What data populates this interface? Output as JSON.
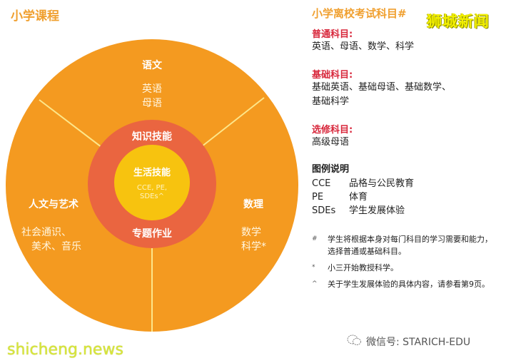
{
  "left": {
    "title": "小学课程"
  },
  "diagram": {
    "colors": {
      "outer": "#f49a20",
      "ring": "#ea6540",
      "core": "#f7c30f",
      "divider": "#fde68a"
    },
    "segments": [
      {
        "title": "语文",
        "items": [
          "英语",
          "母语"
        ]
      },
      {
        "title": "人文与艺术",
        "items": [
          "社会通识、",
          "美术、音乐"
        ]
      },
      {
        "title": "数理",
        "items": [
          "数学",
          "科学*"
        ]
      }
    ],
    "ring": {
      "top_label": "知识技能",
      "bottom_label": "专题作业"
    },
    "core": {
      "label": "生活技能",
      "sub_line1": "CCE, PE,",
      "sub_line2": "SDEs^"
    }
  },
  "right": {
    "title": "小学离校考试科目#",
    "sections": [
      {
        "heading": "普通科目:",
        "lines": [
          "英语、母语、数学、科学"
        ]
      },
      {
        "heading": "基础科目:",
        "lines": [
          "基础英语、基础母语、基础数学、",
          "基础科学"
        ]
      },
      {
        "heading": "选修科目:",
        "lines": [
          "高级母语"
        ]
      }
    ],
    "legend": {
      "heading": "图例说明",
      "rows": [
        {
          "abbr": "CCE",
          "desc": "品格与公民教育"
        },
        {
          "abbr": "PE",
          "desc": "体育"
        },
        {
          "abbr": "SDEs",
          "desc": "学生发展体验"
        }
      ]
    },
    "notes": [
      {
        "mark": "#",
        "text": "学生将根据本身对每门科目的学习需要和能力，选择普通或基础科目。"
      },
      {
        "mark": "*",
        "text": "小三开始教授科学。"
      },
      {
        "mark": "^",
        "text": "关于学生发展体验的具体内容，请参看第9页。"
      }
    ]
  },
  "branding": {
    "brand_name": "狮城新闻",
    "watermark": "shicheng.news",
    "wechat_label": "微信号: STARICH-EDU"
  }
}
